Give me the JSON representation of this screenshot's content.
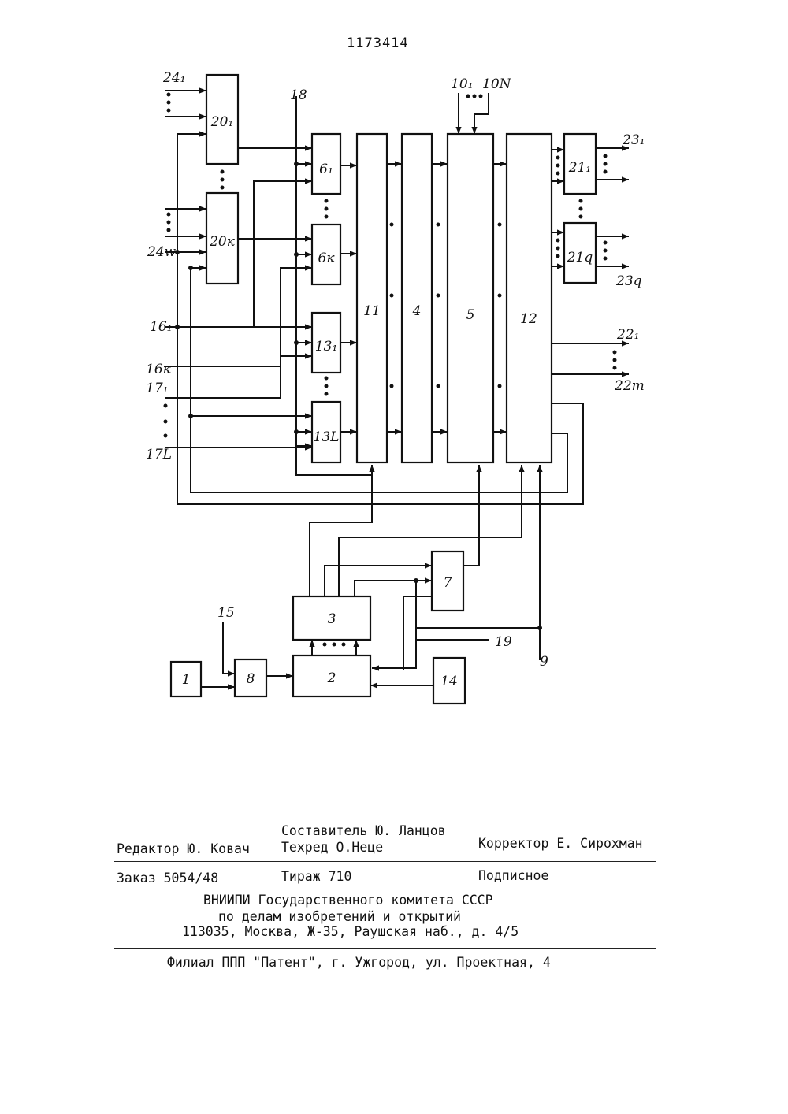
{
  "patent_number": "1173414",
  "diagram": {
    "blocks": {
      "b1": "1",
      "b2": "2",
      "b3": "3",
      "b4": "4",
      "b5": "5",
      "b6_1": "6₁",
      "b6_k": "6к",
      "b7": "7",
      "b8": "8",
      "b11": "11",
      "b12": "12",
      "b13_1": "13₁",
      "b13_L": "13L",
      "b14": "14",
      "b20_1": "20₁",
      "b20_k": "20к",
      "b21_1": "21₁",
      "b21_q": "21q"
    },
    "terminals": {
      "t24_1": "24₁",
      "t24_w": "24w",
      "t18": "18",
      "t10_1": "10₁",
      "t10_N": "10N",
      "t23_1": "23₁",
      "t23_q": "23q",
      "t16_1": "16₁",
      "t16_k": "16к",
      "t17_1": "17₁",
      "t17_L": "17L",
      "t22_1": "22₁",
      "t22_m": "22m",
      "t15": "15",
      "t19": "19",
      "t9": "9"
    }
  },
  "imprint": {
    "composer": "Составитель Ю. Ланцов",
    "editor": "Редактор Ю. Ковач",
    "techred": "Техред О.Неце",
    "corrector": "Корректор Е. Сирохман",
    "order": "Заказ 5054/48",
    "circulation": "Тираж 710",
    "subscription": "Подписное",
    "org_line1": "ВНИИПИ Государственного комитета СССР",
    "org_line2": "по делам изобретений и открытий",
    "address": "113035, Москва, Ж-35, Раушская наб., д. 4/5",
    "branch": "Филиал ППП \"Патент\", г. Ужгород, ул. Проектная, 4"
  }
}
